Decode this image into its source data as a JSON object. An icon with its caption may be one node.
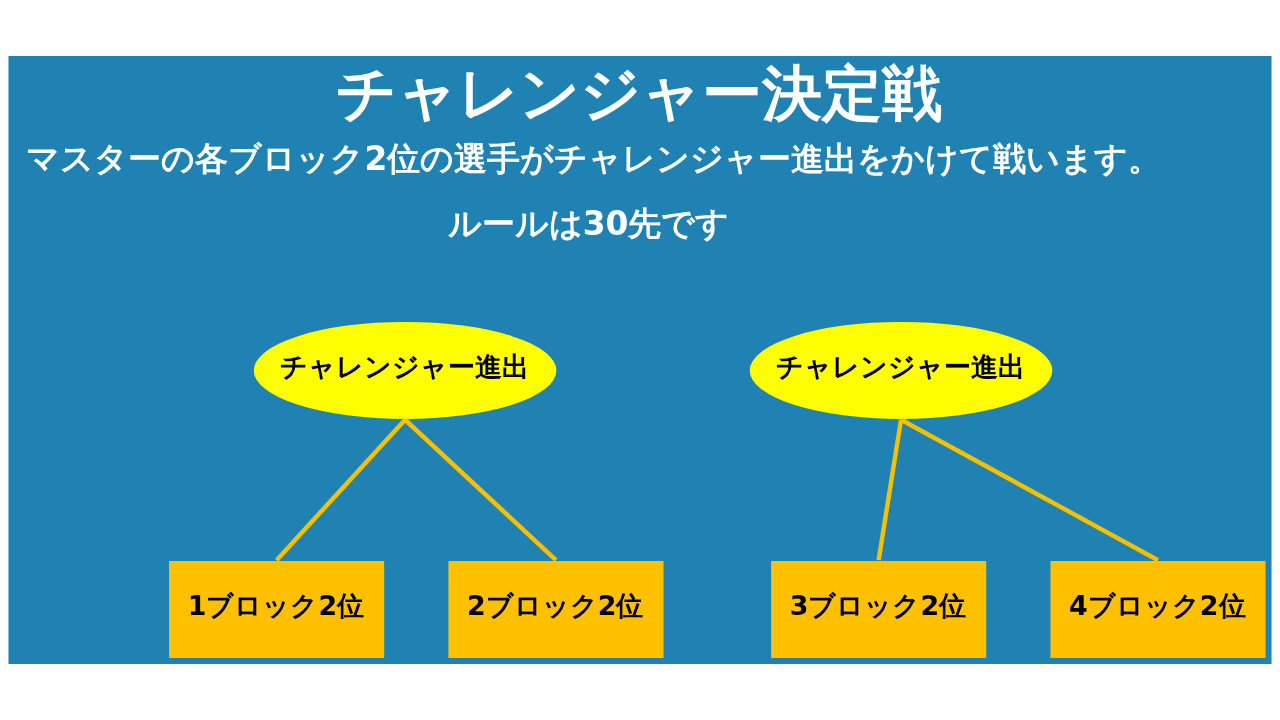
{
  "diagram": {
    "title": "チャレンジャー決定戦",
    "nodes": [
      {
        "text": [
          "チャレンジャー進出"
        ]
      },
      {
        "text": [
          "チャレンジャー進出"
        ]
      },
      {
        "text": [
          "1ブロック2位"
        ]
      },
      {
        "text": [
          "2ブロック2位"
        ]
      },
      {
        "text": [
          "3ブロック2位"
        ]
      },
      {
        "text": [
          "4ブロック2位"
        ]
      }
    ],
    "edges": [
      {
        "from": 0,
        "to": 2,
        "arrow": "none"
      },
      {
        "from": 0,
        "to": 3,
        "arrow": "none"
      },
      {
        "from": 1,
        "to": 4,
        "arrow": "none"
      },
      {
        "from": 1,
        "to": 5,
        "arrow": "none"
      }
    ],
    "labels": [
      "マスターの各ブロック2位の選手がチャレンジャー進出をかけて戦います。",
      "ルールは30先です"
    ]
  }
}
